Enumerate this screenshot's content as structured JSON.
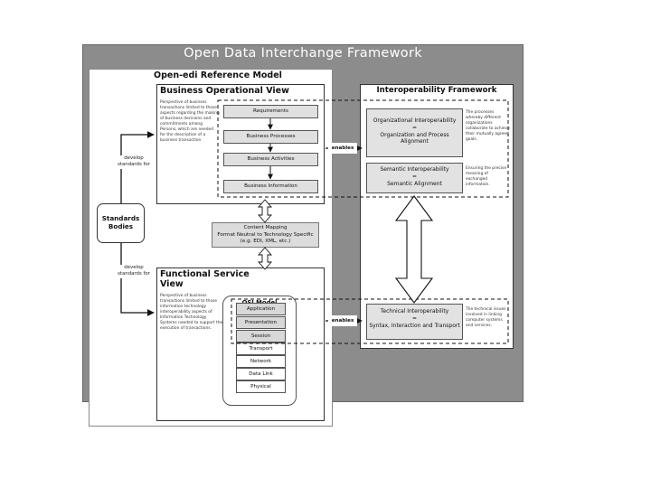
{
  "diagram": {
    "title": "Open Data Interchange Framework",
    "reference_model": {
      "title": "Open-edi Reference Model",
      "bov": {
        "title": "Business Operational View",
        "description": "Perspective of business transactions limited to those aspects regarding the making of business decisions and commitments among Persons, which are needed for the description of a business transaction",
        "items": [
          "Requirements",
          "Business Processes",
          "Business Activities",
          "Business Information"
        ]
      },
      "fsv": {
        "title": "Functional Service View",
        "description": "Perspective of business transactions limited to those information technology interoperability aspects of Information Technology Systems needed to support the execution of transactions."
      },
      "osi": {
        "title": "OSI Model",
        "layers": [
          "Application",
          "Presentation",
          "Session",
          "Transport",
          "Network",
          "Data Link",
          "Physical"
        ]
      }
    },
    "content_mapping": {
      "line1": "Content Mapping",
      "line2": "Format Neutral to Technology Specific",
      "line3": "(e.g. EDI, XML, etc.)"
    },
    "standards_bodies": {
      "line1": "Standards",
      "line2": "Bodies"
    },
    "develop_labels": [
      "develop standards for",
      "develop standards for"
    ],
    "interop": {
      "title": "Interoperability Framework",
      "org": {
        "line1": "Organizational Interoperability",
        "line2": "=",
        "line3": "Organization and Process Alignment",
        "desc": "The processes whereby different organizations collaborate to achieve their mutually agreed goals."
      },
      "semantic": {
        "line1": "Semantic Interoperability",
        "line2": "=",
        "line3": "Semantic Alignment",
        "desc": "Ensuring the precise meaning of exchanged information."
      },
      "technical": {
        "line1": "Technical Interoperability",
        "line2": "=",
        "line3": "Syntax, Interaction and Transport",
        "desc": "The technical issues involved in linking computer systems and services."
      }
    },
    "enables_labels": [
      "enables",
      "enables"
    ],
    "colors": {
      "frame": "#8c8c8c",
      "box_fill": "#e0e0e0",
      "line": "#111111"
    }
  }
}
